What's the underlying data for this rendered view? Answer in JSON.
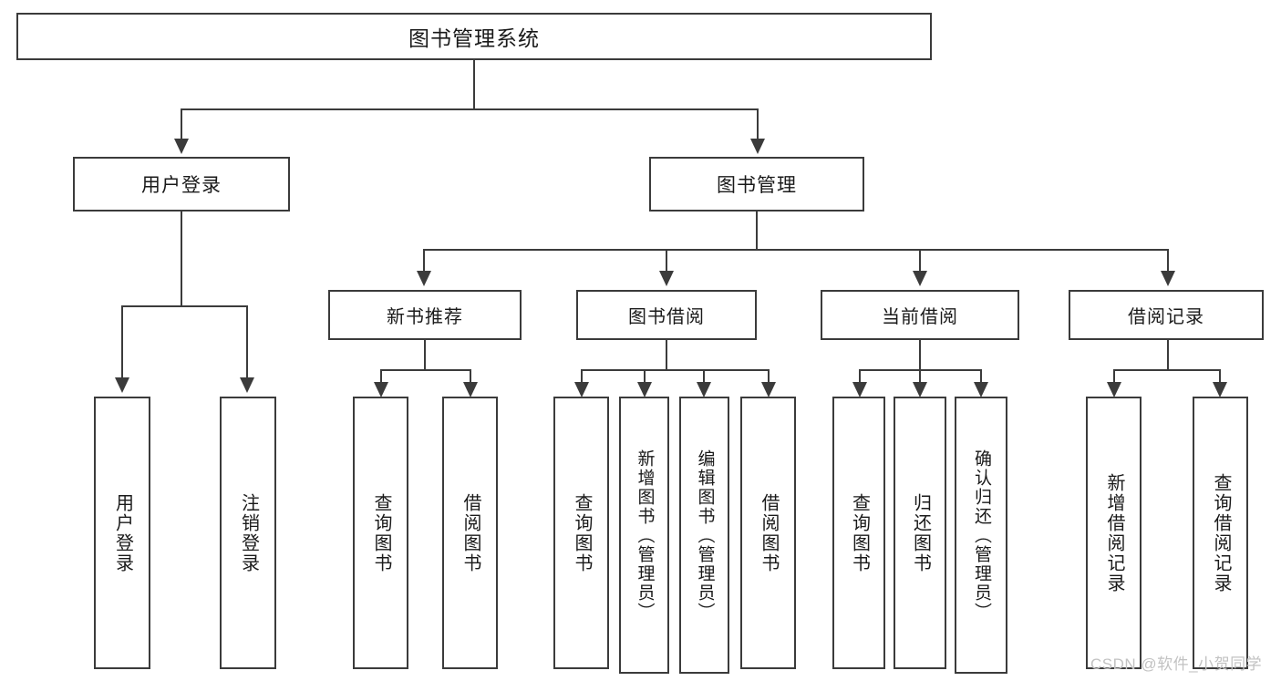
{
  "diagram": {
    "title": "图书管理系统",
    "type": "tree-hierarchy-diagram",
    "root": {
      "label": "图书管理系统"
    },
    "level2": [
      {
        "label": "用户登录"
      },
      {
        "label": "图书管理"
      }
    ],
    "level3": [
      {
        "label": "新书推荐"
      },
      {
        "label": "图书借阅"
      },
      {
        "label": "当前借阅"
      },
      {
        "label": "借阅记录"
      }
    ],
    "leaves": {
      "user_login": [
        {
          "label": "用户登录"
        },
        {
          "label": "注销登录"
        }
      ],
      "new_book_recommend": [
        {
          "label": "查询图书"
        },
        {
          "label": "借阅图书"
        }
      ],
      "book_borrow": [
        {
          "label": "查询图书"
        },
        {
          "label": "新增图书（管理员）"
        },
        {
          "label": "编辑图书（管理员）"
        },
        {
          "label": "借阅图书"
        }
      ],
      "current_borrow": [
        {
          "label": "查询图书"
        },
        {
          "label": "归还图书"
        },
        {
          "label": "确认归还（管理员）"
        }
      ],
      "borrow_record": [
        {
          "label": "新增借阅记录"
        },
        {
          "label": "查询借阅记录"
        }
      ]
    }
  },
  "watermark": {
    "text": "CSDN @软件_小贺同学"
  },
  "colors": {
    "stroke": "#3b3b3b",
    "background": "#ffffff",
    "text": "#1a1a1a",
    "watermark": "#c2c2c2"
  }
}
